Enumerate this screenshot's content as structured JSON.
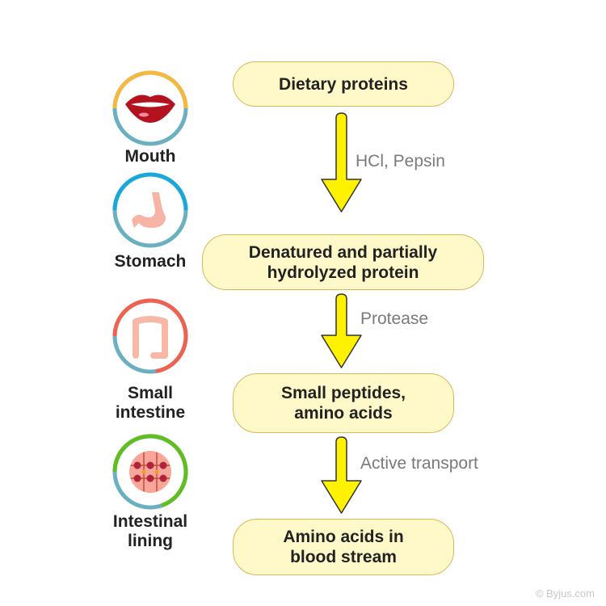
{
  "steps": [
    {
      "text": "Dietary proteins"
    },
    {
      "line1": "Denatured and partially",
      "line2": "hydrolyzed protein"
    },
    {
      "line1": "Small peptides,",
      "line2": "amino acids"
    },
    {
      "line1": "Amino acids in",
      "line2": "blood stream"
    }
  ],
  "arrows": [
    {
      "label": "HCl, Pepsin"
    },
    {
      "label": "Protease"
    },
    {
      "label": "Active transport"
    }
  ],
  "organs": [
    {
      "name": "Mouth",
      "icon": "lips-icon",
      "arc_color": "#F5B841"
    },
    {
      "name": "Stomach",
      "icon": "stomach-icon",
      "arc_color": "#1AA7D9"
    },
    {
      "line1": "Small",
      "line2": "intestine",
      "icon": "intestine-icon",
      "arc_color": "#F0614F"
    },
    {
      "line1": "Intestinal",
      "line2": "lining",
      "icon": "intestinal-lining-icon",
      "arc_color": "#62BE1E"
    }
  ],
  "colors": {
    "ring_base": "#6BB0C0",
    "arrow_fill": "#FFF200",
    "box_fill": "#FFF8C8"
  },
  "copyright": "© Byjus.com"
}
